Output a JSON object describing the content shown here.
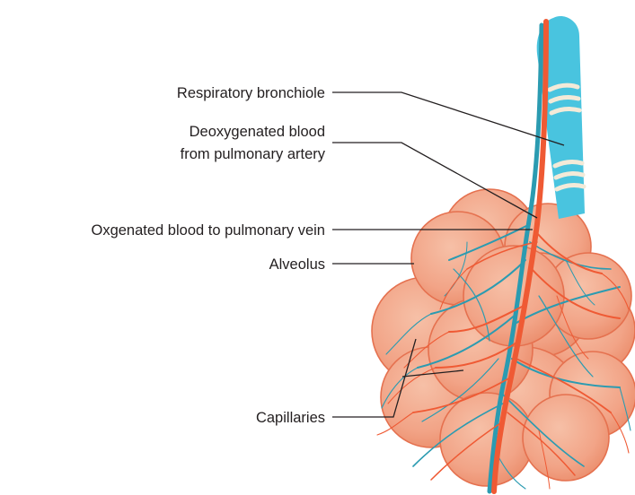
{
  "labels": {
    "respiratory_bronchiole": "Respiratory bronchiole",
    "deoxygenated_line1": "Deoxygenated blood",
    "deoxygenated_line2": "from pulmonary artery",
    "oxygenated": "Oxgenated blood to pulmonary vein",
    "alveolus": "Alveolus",
    "capillaries": "Capillaries"
  },
  "colors": {
    "alveolus_fill": "#f0a285",
    "alveolus_edge": "#e5714f",
    "bronchiole": "#49c4df",
    "bronchiole_rings": "#f3ead8",
    "artery": "#ef5a34",
    "vein": "#2b9bb1",
    "leader_line": "#231f20",
    "text": "#231f20"
  }
}
